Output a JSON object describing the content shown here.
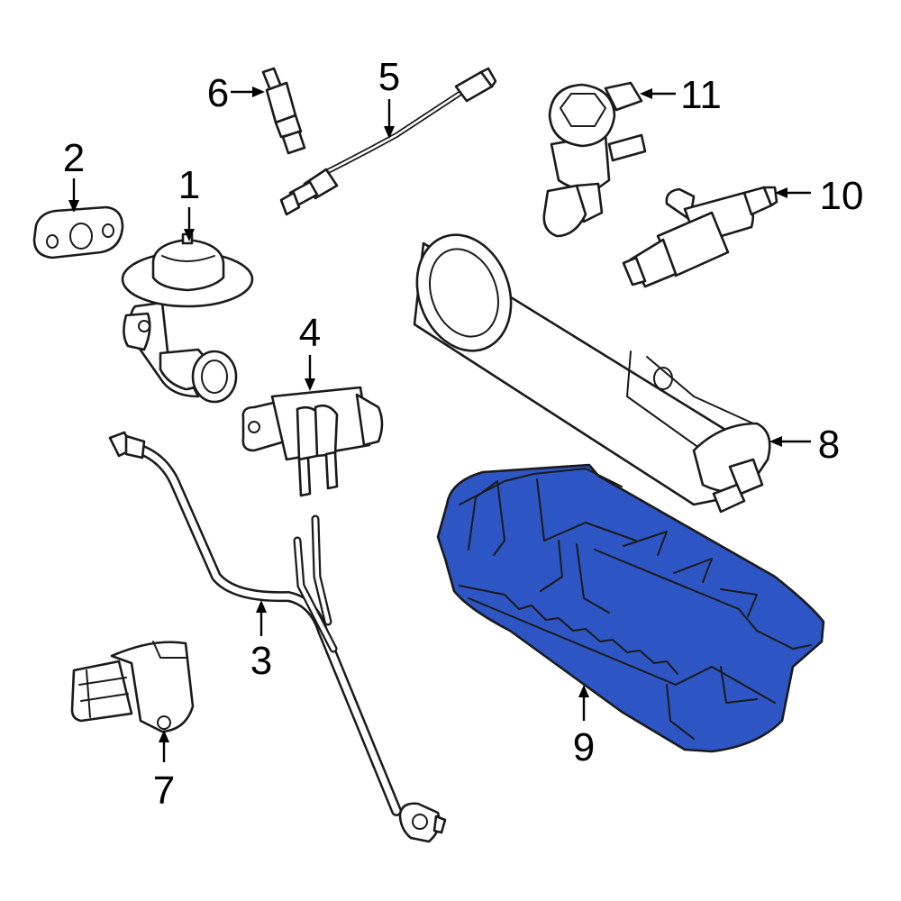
{
  "callouts": {
    "p1": "1",
    "p2": "2",
    "p3": "3",
    "p4": "4",
    "p5": "5",
    "p6": "6",
    "p7": "7",
    "p8": "8",
    "p9": "9",
    "p10": "10",
    "p11": "11"
  },
  "colors": {
    "highlight": "#2d55c3",
    "outline": "#1a1a1a",
    "background": "#ffffff"
  },
  "highlighted_part": "9"
}
